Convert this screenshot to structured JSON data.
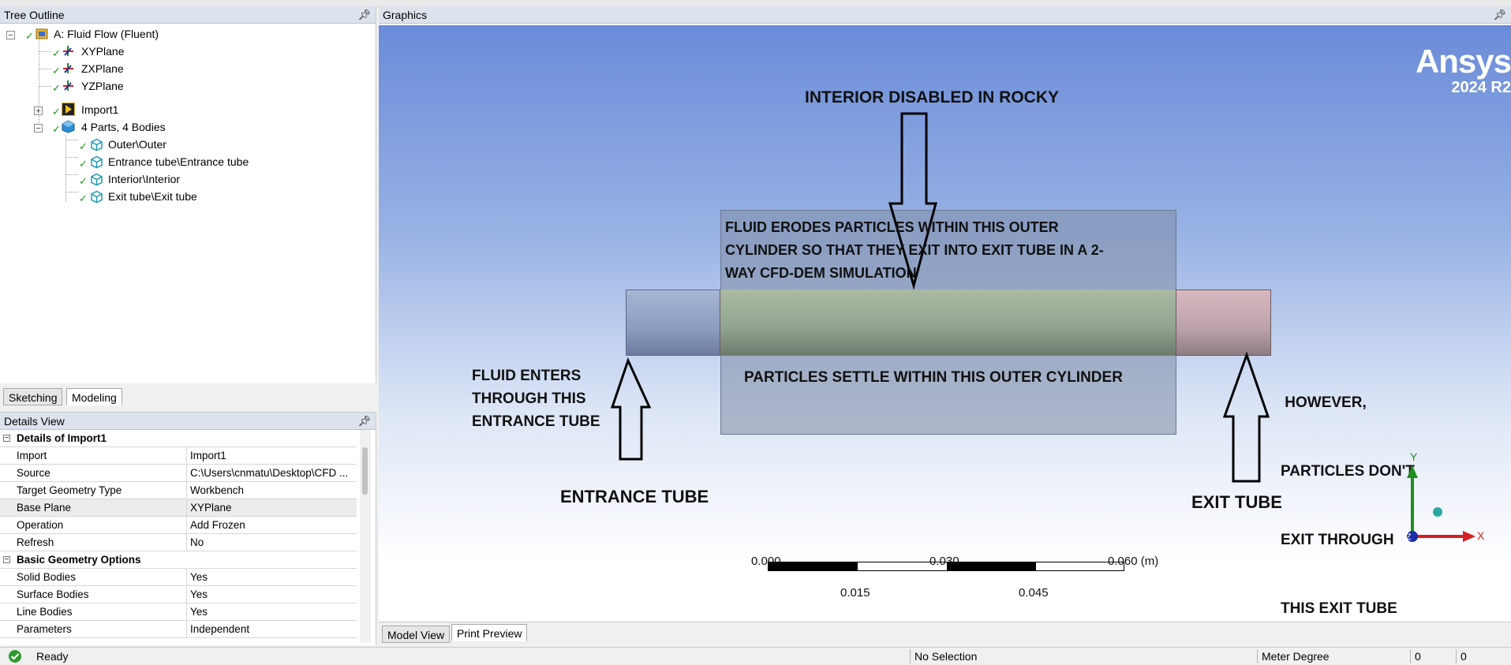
{
  "tree": {
    "header": "Tree Outline",
    "root": "A: Fluid Flow (Fluent)",
    "planes": [
      "XYPlane",
      "ZXPlane",
      "YZPlane"
    ],
    "import": "Import1",
    "parts": "4 Parts, 4 Bodies",
    "bodies": [
      "Outer\\Outer",
      "Entrance tube\\Entrance tube",
      "Interior\\Interior",
      "Exit tube\\Exit tube"
    ]
  },
  "tabs": {
    "sketching": "Sketching",
    "modeling": "Modeling"
  },
  "details": {
    "header": "Details View",
    "group1": "Details of Import1",
    "rows1": [
      {
        "key": "Import",
        "value": "Import1"
      },
      {
        "key": "Source",
        "value": "C:\\Users\\cnmatu\\Desktop\\CFD ..."
      },
      {
        "key": "Target Geometry Type",
        "value": "Workbench"
      },
      {
        "key": "Base Plane",
        "value": "XYPlane"
      },
      {
        "key": "Operation",
        "value": "Add Frozen"
      },
      {
        "key": "Refresh",
        "value": "No"
      }
    ],
    "group2": "Basic Geometry Options",
    "rows2": [
      {
        "key": "Solid Bodies",
        "value": "Yes"
      },
      {
        "key": "Surface Bodies",
        "value": "Yes"
      },
      {
        "key": "Line Bodies",
        "value": "Yes"
      },
      {
        "key": "Parameters",
        "value": "Independent"
      }
    ]
  },
  "graphics": {
    "header": "Graphics",
    "logo": "Ansys",
    "version": "2024 R2",
    "annotations": {
      "interior_disabled": "INTERIOR DISABLED IN ROCKY",
      "fluid_erodes": [
        "FLUID  ERODES PARTICLES WITHIN THIS OUTER",
        "CYLINDER SO THAT THEY EXIT INTO EXIT TUBE IN A 2-",
        "WAY CFD-DEM SIMULATION"
      ],
      "particles_settle": "PARTICLES SETTLE WITHIN THIS OUTER CYLINDER",
      "fluid_enters": [
        "FLUID ENTERS",
        "THROUGH THIS",
        "ENTRANCE TUBE"
      ],
      "however": [
        " HOWEVER,",
        "PARTICLES DON'T",
        "EXIT THROUGH",
        "THIS EXIT TUBE"
      ],
      "entrance_tube": "ENTRANCE TUBE",
      "exit_tube": "EXIT TUBE"
    },
    "scale": {
      "top": [
        "0.000",
        "0.030",
        "0.060 (m)"
      ],
      "bottom": [
        "0.015",
        "0.045"
      ]
    },
    "axes": {
      "x": "X",
      "y": "Y",
      "z": "Z"
    }
  },
  "view_tabs": {
    "model_view": "Model View",
    "print_preview": "Print Preview"
  },
  "status": {
    "ready": "Ready",
    "selection": "No Selection",
    "units": "Meter  Degree",
    "v1": "0",
    "v2": "0"
  },
  "colors": {
    "check": "#1a9a1a",
    "graphics_top": "#6a8bd9",
    "axis_x": "#d42020",
    "axis_y": "#1f8f1f",
    "axis_z": "#1b2ea8"
  }
}
